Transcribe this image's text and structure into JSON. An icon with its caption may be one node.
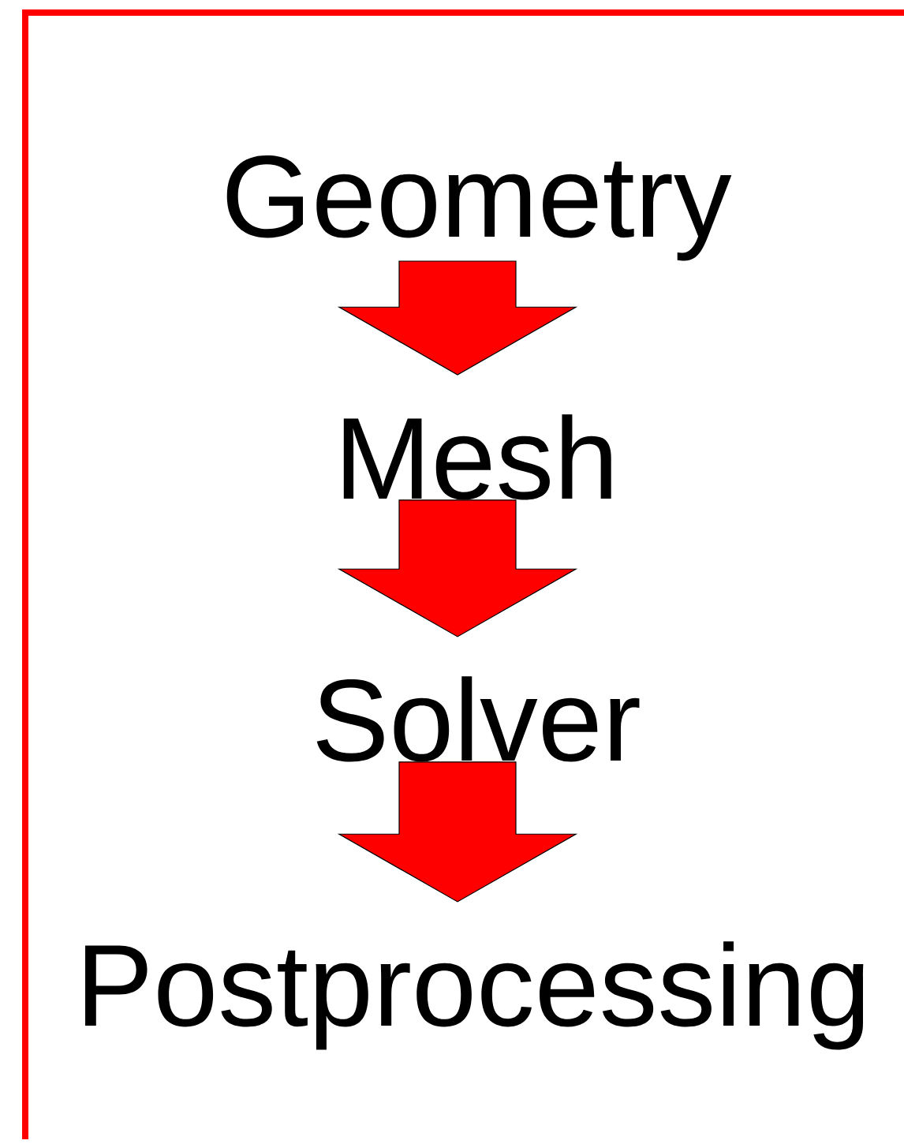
{
  "diagram": {
    "nodes": [
      {
        "text": [
          "Geometry"
        ]
      },
      {
        "text": [
          "Mesh"
        ]
      },
      {
        "text": [
          "Solver"
        ]
      },
      {
        "text": [
          "Postprocessing"
        ]
      }
    ],
    "edges": [
      {
        "from": 0,
        "to": 1,
        "arrow": "to"
      },
      {
        "from": 1,
        "to": 2,
        "arrow": "to"
      },
      {
        "from": 2,
        "to": 3,
        "arrow": "to"
      }
    ]
  }
}
